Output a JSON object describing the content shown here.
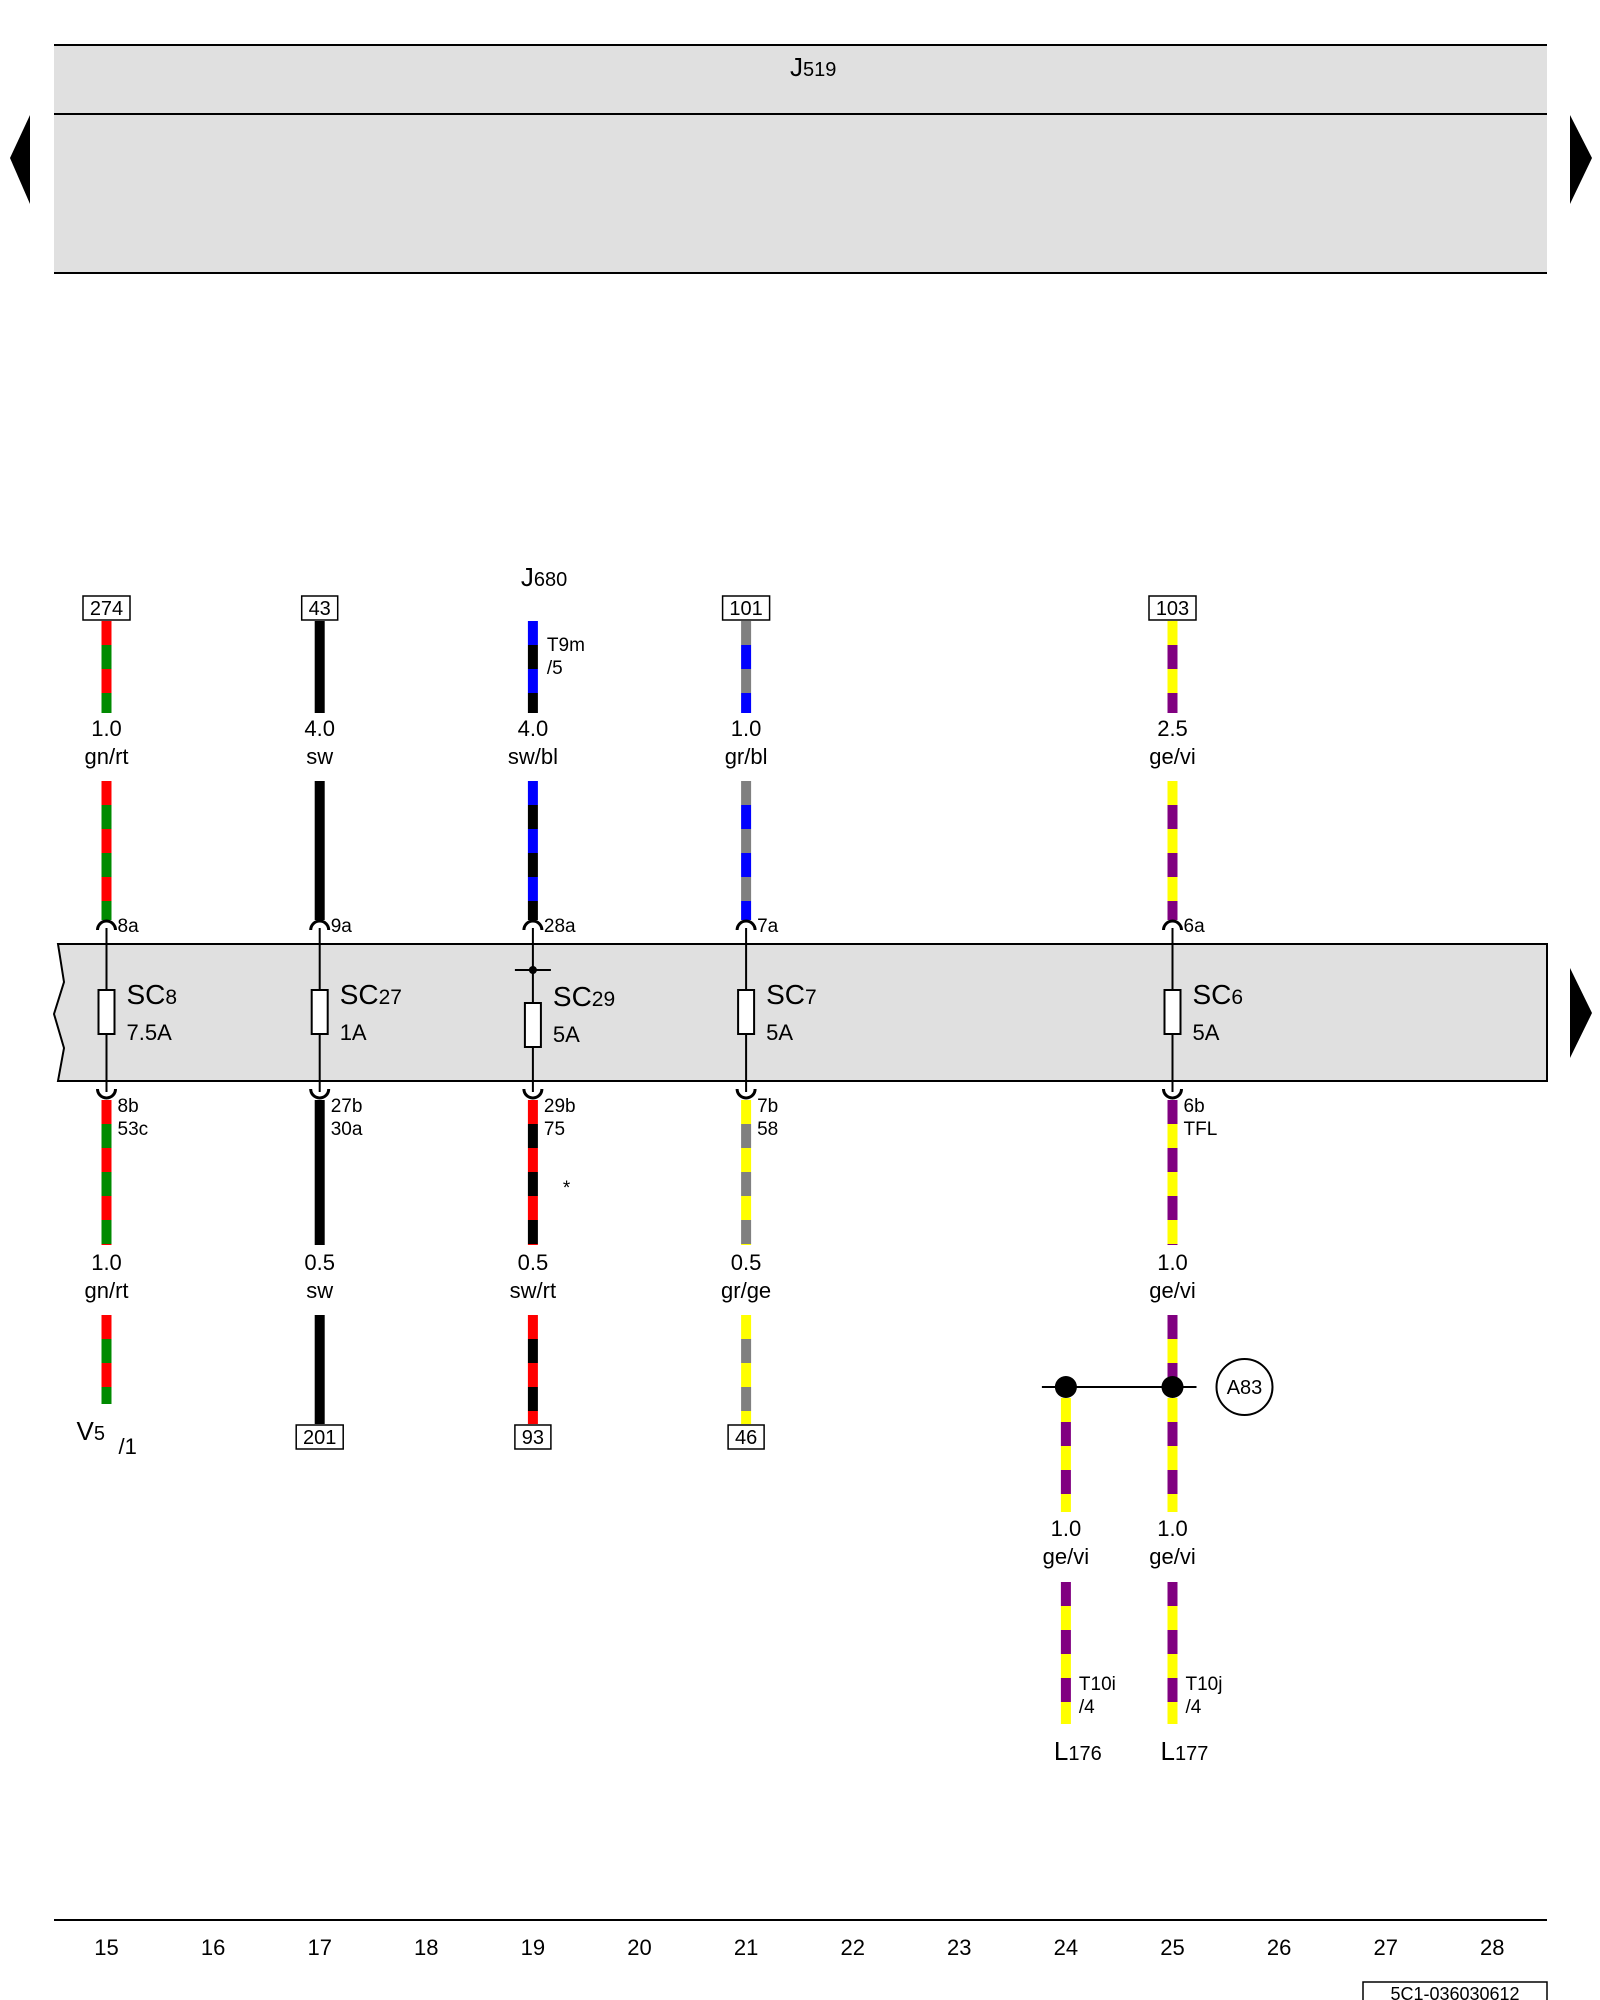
{
  "control_unit": {
    "name": "J",
    "sub": "519"
  },
  "fuses": [
    {
      "col": 15,
      "top_ref": "274",
      "wire_top": {
        "gauge": "1.0",
        "color": "gn/rt",
        "c1": "#ff0000",
        "c2": "#008a00"
      },
      "in_pin": "8a",
      "name": "SC",
      "num": "8",
      "rating": "7.5A",
      "out_pin": "8b",
      "out_term": "53c",
      "wire_bot": {
        "gauge": "1.0",
        "color": "gn/rt",
        "c1": "#ff0000",
        "c2": "#008a00"
      },
      "bottom_ref": "",
      "bottom_label": {
        "main": "V",
        "sub": "5",
        "pin": "/1"
      }
    },
    {
      "col": 17,
      "top_ref": "43",
      "wire_top": {
        "gauge": "4.0",
        "color": "sw",
        "c1": "#000000",
        "c2": "#000000"
      },
      "in_pin": "9a",
      "name": "SC",
      "num": "27",
      "rating": "1A",
      "out_pin": "27b",
      "out_term": "30a",
      "wire_bot": {
        "gauge": "0.5",
        "color": "sw",
        "c1": "#000000",
        "c2": "#000000"
      },
      "bottom_ref": "201"
    },
    {
      "col": 19,
      "top_ref": "",
      "top_component": {
        "main": "J",
        "sub": "680",
        "connector": "T9m",
        "pin": "/5"
      },
      "wire_top": {
        "gauge": "4.0",
        "color": "sw/bl",
        "c1": "#0000ff",
        "c2": "#000000"
      },
      "in_pin": "28a",
      "name": "SC",
      "num": "29",
      "rating": "5A",
      "out_pin": "29b",
      "out_term": "75",
      "note": "*",
      "wire_bot": {
        "gauge": "0.5",
        "color": "sw/rt",
        "c1": "#ff0000",
        "c2": "#000000"
      },
      "bottom_ref": "93"
    },
    {
      "col": 21,
      "top_ref": "101",
      "wire_top": {
        "gauge": "1.0",
        "color": "gr/bl",
        "c1": "#808080",
        "c2": "#0000ff"
      },
      "in_pin": "7a",
      "name": "SC",
      "num": "7",
      "rating": "5A",
      "out_pin": "7b",
      "out_term": "58",
      "wire_bot": {
        "gauge": "0.5",
        "color": "gr/ge",
        "c1": "#ffff00",
        "c2": "#808080"
      },
      "bottom_ref": "46"
    },
    {
      "col": 25,
      "top_ref": "103",
      "wire_top": {
        "gauge": "2.5",
        "color": "ge/vi",
        "c1": "#ffff00",
        "c2": "#800080"
      },
      "in_pin": "6a",
      "name": "SC",
      "num": "6",
      "rating": "5A",
      "out_pin": "6b",
      "out_term": "TFL",
      "wire_bot": {
        "gauge": "1.0",
        "color": "ge/vi",
        "c1": "#800080",
        "c2": "#ffff00"
      },
      "bottom_ref": ""
    }
  ],
  "junction": {
    "ref": "A83",
    "branches": [
      {
        "col": 24,
        "gauge": "1.0",
        "color": "ge/vi",
        "connector": "T10i",
        "pin": "/4",
        "comp": "L",
        "comp_sub": "176"
      },
      {
        "col": 25,
        "gauge": "1.0",
        "color": "ge/vi",
        "connector": "T10j",
        "pin": "/4",
        "comp": "L",
        "comp_sub": "177"
      }
    ]
  },
  "grid": [
    "15",
    "16",
    "17",
    "18",
    "19",
    "20",
    "21",
    "22",
    "23",
    "24",
    "25",
    "26",
    "27",
    "28"
  ],
  "doc_id": "5C1-036030612",
  "colors": {
    "panel": "#e0e0e0",
    "line": "#000000"
  }
}
